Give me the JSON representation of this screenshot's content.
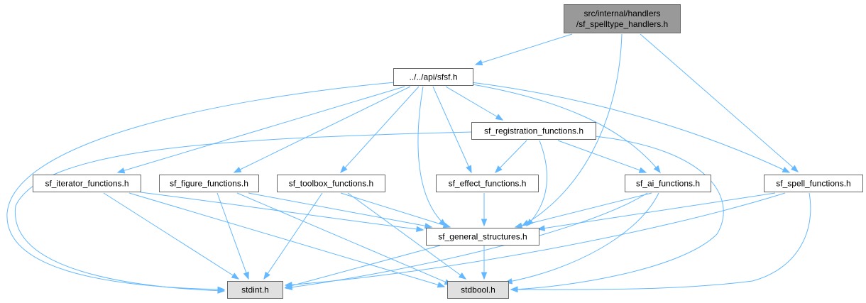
{
  "diagram": {
    "type": "include-dependency-graph",
    "colors": {
      "root_fill": "#999999",
      "node_fill": "#ffffff",
      "leaf_fill": "#e0e0e0",
      "border": "#666666",
      "edge": "#63b8ff"
    },
    "nodes": [
      {
        "id": "root",
        "lines": [
          "src/internal/handlers",
          "/sf_spelltype_handlers.h"
        ],
        "kind": "root"
      },
      {
        "id": "sfsf",
        "lines": [
          "../../api/sfsf.h"
        ],
        "kind": "normal"
      },
      {
        "id": "registration",
        "lines": [
          "sf_registration_functions.h"
        ],
        "kind": "normal"
      },
      {
        "id": "iterator",
        "lines": [
          "sf_iterator_functions.h"
        ],
        "kind": "normal"
      },
      {
        "id": "figure",
        "lines": [
          "sf_figure_functions.h"
        ],
        "kind": "normal"
      },
      {
        "id": "toolbox",
        "lines": [
          "sf_toolbox_functions.h"
        ],
        "kind": "normal"
      },
      {
        "id": "effect",
        "lines": [
          "sf_effect_functions.h"
        ],
        "kind": "normal"
      },
      {
        "id": "ai",
        "lines": [
          "sf_ai_functions.h"
        ],
        "kind": "normal"
      },
      {
        "id": "spell",
        "lines": [
          "sf_spell_functions.h"
        ],
        "kind": "normal"
      },
      {
        "id": "general",
        "lines": [
          "sf_general_structures.h"
        ],
        "kind": "normal"
      },
      {
        "id": "stdint",
        "lines": [
          "stdint.h"
        ],
        "kind": "leaf"
      },
      {
        "id": "stdbool",
        "lines": [
          "stdbool.h"
        ],
        "kind": "leaf"
      }
    ],
    "edges": [
      {
        "from": "root",
        "to": "sfsf"
      },
      {
        "from": "root",
        "to": "general"
      },
      {
        "from": "root",
        "to": "spell"
      },
      {
        "from": "sfsf",
        "to": "stdint"
      },
      {
        "from": "sfsf",
        "to": "iterator"
      },
      {
        "from": "sfsf",
        "to": "figure"
      },
      {
        "from": "sfsf",
        "to": "toolbox"
      },
      {
        "from": "sfsf",
        "to": "general"
      },
      {
        "from": "sfsf",
        "to": "effect"
      },
      {
        "from": "sfsf",
        "to": "registration"
      },
      {
        "from": "sfsf",
        "to": "ai"
      },
      {
        "from": "sfsf",
        "to": "spell"
      },
      {
        "from": "registration",
        "to": "stdint"
      },
      {
        "from": "registration",
        "to": "effect"
      },
      {
        "from": "registration",
        "to": "general"
      },
      {
        "from": "registration",
        "to": "ai"
      },
      {
        "from": "registration",
        "to": "stdbool"
      },
      {
        "from": "iterator",
        "to": "general"
      },
      {
        "from": "iterator",
        "to": "stdint"
      },
      {
        "from": "iterator",
        "to": "stdbool"
      },
      {
        "from": "figure",
        "to": "general"
      },
      {
        "from": "figure",
        "to": "stdint"
      },
      {
        "from": "figure",
        "to": "stdbool"
      },
      {
        "from": "toolbox",
        "to": "general"
      },
      {
        "from": "toolbox",
        "to": "stdint"
      },
      {
        "from": "toolbox",
        "to": "stdbool"
      },
      {
        "from": "effect",
        "to": "general"
      },
      {
        "from": "ai",
        "to": "general"
      },
      {
        "from": "ai",
        "to": "stdint"
      },
      {
        "from": "ai",
        "to": "stdbool"
      },
      {
        "from": "spell",
        "to": "general"
      },
      {
        "from": "spell",
        "to": "stdint"
      },
      {
        "from": "spell",
        "to": "stdbool"
      },
      {
        "from": "general",
        "to": "stdint"
      },
      {
        "from": "general",
        "to": "stdbool"
      }
    ]
  }
}
